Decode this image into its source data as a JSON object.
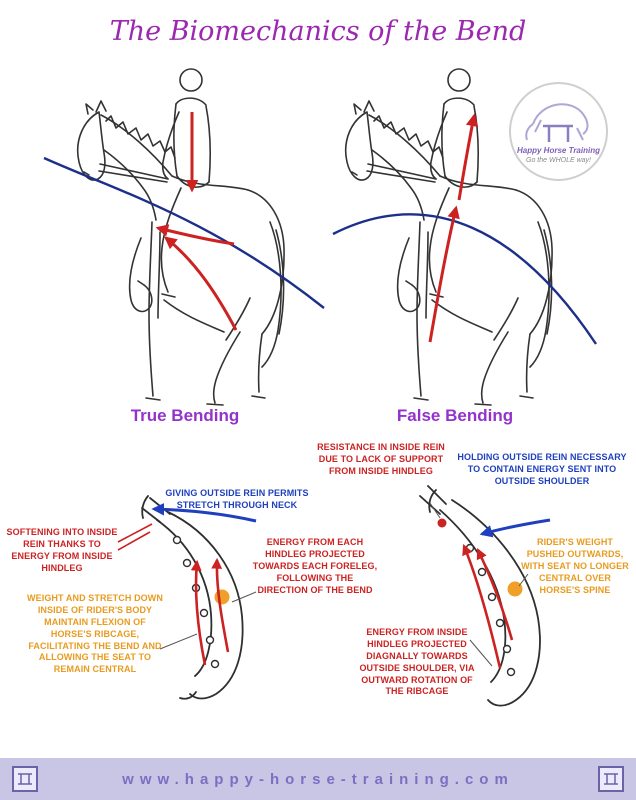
{
  "title": "The Biomechanics of the Bend",
  "logo": {
    "name": "Happy Horse Training",
    "tagline": "Go the WHOLE way!"
  },
  "true_bending": {
    "label": "True Bending",
    "blue_note": "GIVING OUTSIDE REIN PERMITS STRETCH THROUGH NECK",
    "red_note_left": "SOFTENING INTO INSIDE REIN THANKS TO ENERGY FROM INSIDE HINDLEG",
    "red_note_right": "ENERGY FROM EACH HINDLEG PROJECTED TOWARDS EACH FORELEG, FOLLOWING THE DIRECTION OF THE BEND",
    "orange_note": "WEIGHT AND STRETCH DOWN INSIDE OF RIDER'S BODY MAINTAIN FLEXION OF HORSE'S RIBCAGE, FACILITATING THE BEND AND ALLOWING THE SEAT TO REMAIN CENTRAL"
  },
  "false_bending": {
    "label": "False Bending",
    "red_note_top": "RESISTANCE IN INSIDE REIN DUE TO LACK OF SUPPORT FROM INSIDE HINDLEG",
    "blue_note": "HOLDING OUTSIDE REIN NECESSARY TO CONTAIN ENERGY SENT INTO OUTSIDE SHOULDER",
    "orange_note": "RIDER'S WEIGHT PUSHED OUTWARDS, WITH SEAT NO LONGER CENTRAL OVER HORSE'S SPINE",
    "red_note_bottom": "ENERGY FROM INSIDE HINDLEG PROJECTED DIAGNALLY TOWARDS OUTSIDE SHOULDER, VIA OUTWARD ROTATION OF THE RIBCAGE"
  },
  "footer": {
    "url": "www.happy-horse-training.com"
  },
  "colors": {
    "title": "#9c27b0",
    "section_label": "#9333cc",
    "red_annotation": "#cc2222",
    "blue_annotation": "#1e3fbe",
    "orange_annotation": "#e89b1e",
    "bend_line_blue": "#1c2f8a",
    "footer_bg": "#c8c6e4",
    "footer_text": "#7b6fc2"
  }
}
